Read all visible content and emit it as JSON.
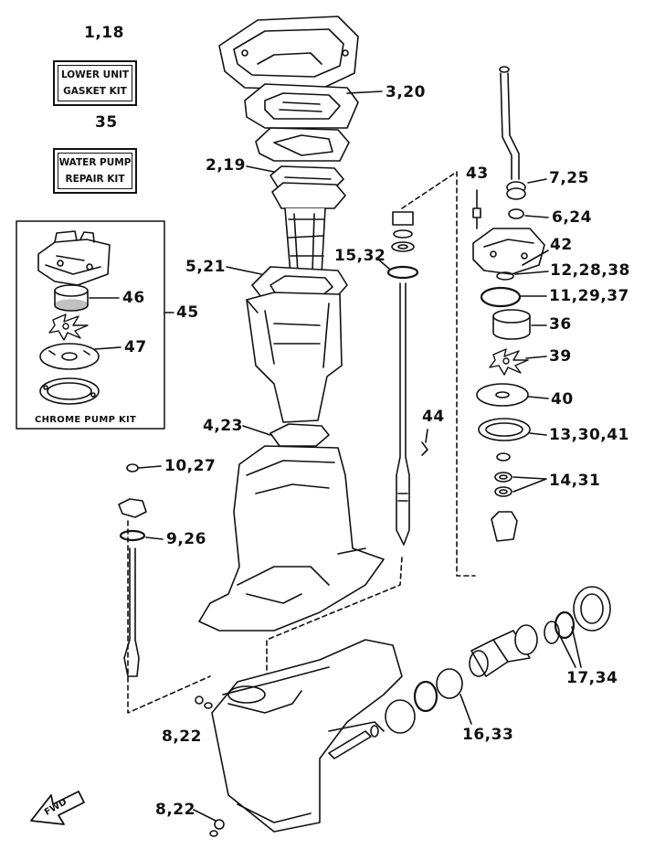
{
  "kits": {
    "gasket_kit": {
      "ref": "1,18",
      "line1": "LOWER UNIT",
      "line2": "GASKET KIT"
    },
    "pump_repair_kit": {
      "ref": "35",
      "line1": "WATER PUMP",
      "line2": "REPAIR KIT"
    },
    "chrome_pump_kit": {
      "ref": "45",
      "label": "CHROME PUMP KIT"
    }
  },
  "callouts": {
    "c_3_20": "3,20",
    "c_2_19": "2,19",
    "c_5_21": "5,21",
    "c_4_23": "4,23",
    "c_10_27": "10,27",
    "c_9_26": "9,26",
    "c_8_22_upper": "8,22",
    "c_8_22_lower": "8,22",
    "c_15_32": "15,32",
    "c_44": "44",
    "c_43": "43",
    "c_7_25": "7,25",
    "c_6_24": "6,24",
    "c_42": "42",
    "c_12_28_38": "12,28,38",
    "c_11_29_37": "11,29,37",
    "c_36": "36",
    "c_39": "39",
    "c_40": "40",
    "c_13_30_41": "13,30,41",
    "c_14_31": "14,31",
    "c_17_34": "17,34",
    "c_16_33": "16,33",
    "c_46": "46",
    "c_47": "47"
  },
  "fwd": "FWD"
}
